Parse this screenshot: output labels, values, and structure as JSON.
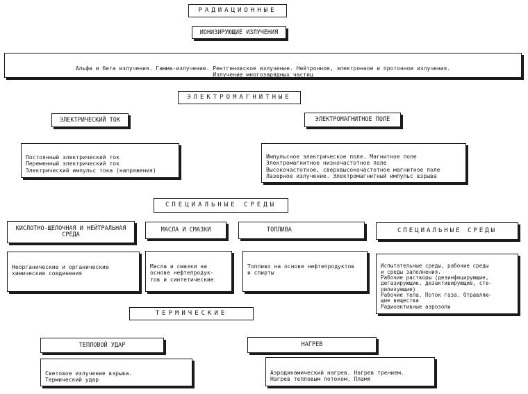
{
  "radiation": {
    "title": "РАДИАЦИОННЫЕ",
    "sub": "ИОНИЗИРУЮЩИЕ ИЗЛУЧЕНИЯ",
    "body": "Альфа и бета излучения. Гамма-излучение. Рентгеновское излучение. Нейтронное, электронное и протонное излучения.\nИзлучение многозарядных частиц"
  },
  "electromagnetic": {
    "title": "ЭЛЕКТРОМАГНИТНЫЕ",
    "current": {
      "label": "ЭЛЕКТРИЧЕСКИЙ ТОК",
      "body": "Постоянный электрический ток\nПеременный электрический ток\nЭлектрический импульс тока (напряжения)"
    },
    "field": {
      "label": "ЭЛЕКТРОМАГНИТНОЕ ПОЛЕ",
      "body": "Импульсное электрическое поле. Магнитное поле\nЭлектромагнитное низкочастотное поле\nВысокочастотное, сверхвысокочастотное магнитное поле\nЛазерное излучение. Электромагнитный импульс взрыва"
    }
  },
  "special_media": {
    "title": "СПЕЦИАЛЬНЫЕ СРЕДЫ",
    "acid": {
      "label": "КИСЛОТНО-ЩЕЛОЧНАЯ И НЕЙТРАЛЬНАЯ СРЕДА",
      "body": "Неорганические и органические\nхимические соединения"
    },
    "oils": {
      "label": "МАСЛА И СМАЗКИ",
      "body": "Масла и смазки на\nоснове нефтепродук-\nтов и синтетические"
    },
    "fuel": {
      "label": "ТОПЛИВА",
      "body": "Топливо на основе нефтепродуктов\nи спирты"
    },
    "special": {
      "label": "СПЕЦИАЛЬНЫЕ СРЕДЫ",
      "body": "Испытательные среды, рабочие среды\nи среды заполнения.\nРабочие растворы (дезинфицирующие,\nдегазирующие, дезактивирующие, сте-\nрилизующие)\nРабочие тела. Поток газа. Отравляю-\nщие вещества\nРадиоактивные аэрозоли"
    }
  },
  "thermal": {
    "title": "ТЕРМИЧЕСКИЕ",
    "shock": {
      "label": "ТЕПЛОВОЙ УДАР",
      "body": "Световое излучение взрыва.\nТермический удар"
    },
    "heat": {
      "label": "НАГРЕВ",
      "body": "Аэродинамический нагрев. Нагрев трением.\nНагрев тепловым потоком. Пламя"
    }
  }
}
